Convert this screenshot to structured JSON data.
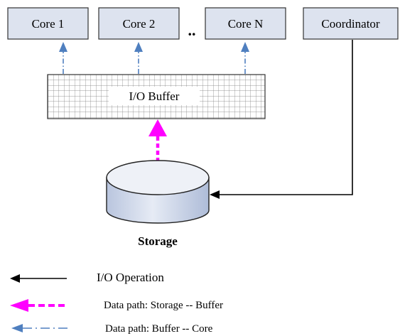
{
  "diagram": {
    "cores": [
      {
        "label": "Core 1"
      },
      {
        "label": "Core 2"
      },
      {
        "label": "Core N"
      }
    ],
    "ellipsis": "..",
    "coordinator": {
      "label": "Coordinator"
    },
    "buffer": {
      "label": "I/O Buffer"
    },
    "storage": {
      "label": "Storage"
    }
  },
  "legend": {
    "items": [
      {
        "label": "I/O Operation",
        "style": "solid-black-arrow"
      },
      {
        "label": "Data path: Storage -- Buffer",
        "style": "magenta-dashed-arrow"
      },
      {
        "label": "Data path: Buffer -- Core",
        "style": "blue-dashdot-arrow"
      }
    ]
  },
  "colors": {
    "box_fill": "#dde3ef",
    "box_stroke": "#333333",
    "grid": "#7a7a7a",
    "storage_fill": "#cfd8ea",
    "storage_top": "#eef1f7",
    "magenta": "#ff00ff",
    "blue": "#4f7fbf",
    "black": "#000000"
  }
}
